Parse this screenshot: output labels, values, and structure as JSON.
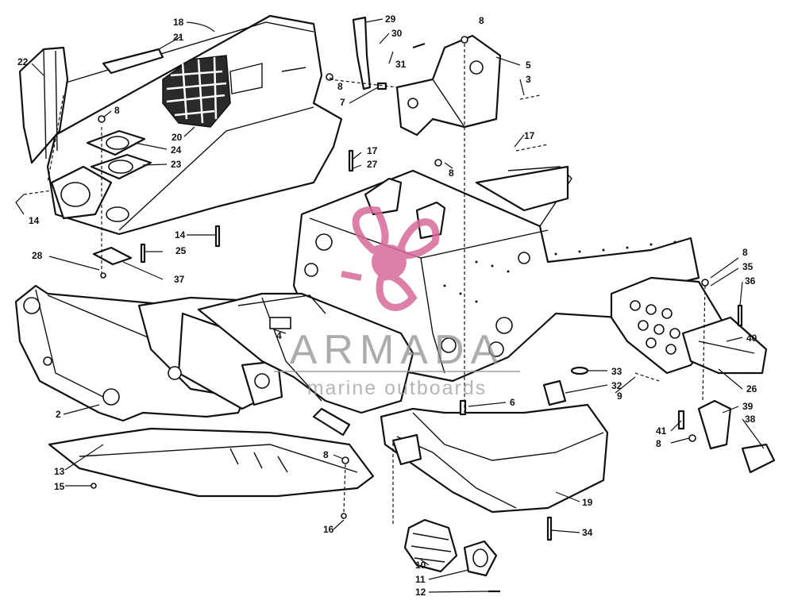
{
  "diagram": {
    "callouts": [
      {
        "id": "c18",
        "text": "18"
      },
      {
        "id": "c21",
        "text": "21"
      },
      {
        "id": "c22",
        "text": "22"
      },
      {
        "id": "c8a",
        "text": "8"
      },
      {
        "id": "c20",
        "text": "20"
      },
      {
        "id": "c24",
        "text": "24"
      },
      {
        "id": "c23",
        "text": "23"
      },
      {
        "id": "c14a",
        "text": "14"
      },
      {
        "id": "c14b",
        "text": "14"
      },
      {
        "id": "c25",
        "text": "25"
      },
      {
        "id": "c28",
        "text": "28"
      },
      {
        "id": "c37",
        "text": "37"
      },
      {
        "id": "c29",
        "text": "29"
      },
      {
        "id": "c30",
        "text": "30"
      },
      {
        "id": "c31",
        "text": "31"
      },
      {
        "id": "c8b",
        "text": "8"
      },
      {
        "id": "c7",
        "text": "7"
      },
      {
        "id": "c8c",
        "text": "8"
      },
      {
        "id": "c5",
        "text": "5"
      },
      {
        "id": "c3",
        "text": "3"
      },
      {
        "id": "c8d",
        "text": "8"
      },
      {
        "id": "c17a",
        "text": "17"
      },
      {
        "id": "c17b",
        "text": "17"
      },
      {
        "id": "c27",
        "text": "27"
      },
      {
        "id": "c8e",
        "text": "8"
      },
      {
        "id": "c35",
        "text": "35"
      },
      {
        "id": "c36",
        "text": "36"
      },
      {
        "id": "c40",
        "text": "40"
      },
      {
        "id": "c26",
        "text": "26"
      },
      {
        "id": "c4",
        "text": "4"
      },
      {
        "id": "c33",
        "text": "33"
      },
      {
        "id": "c32",
        "text": "32"
      },
      {
        "id": "c6",
        "text": "6"
      },
      {
        "id": "c9",
        "text": "9"
      },
      {
        "id": "c39",
        "text": "39"
      },
      {
        "id": "c38",
        "text": "38"
      },
      {
        "id": "c41",
        "text": "41"
      },
      {
        "id": "c8f",
        "text": "8"
      },
      {
        "id": "c2",
        "text": "2"
      },
      {
        "id": "c13",
        "text": "13"
      },
      {
        "id": "c15",
        "text": "15"
      },
      {
        "id": "c8g",
        "text": "8"
      },
      {
        "id": "c16",
        "text": "16"
      },
      {
        "id": "c19",
        "text": "19"
      },
      {
        "id": "c34",
        "text": "34"
      },
      {
        "id": "c10",
        "text": "10"
      },
      {
        "id": "c11",
        "text": "11"
      },
      {
        "id": "c12",
        "text": "12"
      }
    ]
  },
  "watermark": {
    "brand": "ARMADA",
    "tagline": "marine outboards",
    "logo_color": "#d86a9a",
    "text_color": "#8d8d8d"
  }
}
